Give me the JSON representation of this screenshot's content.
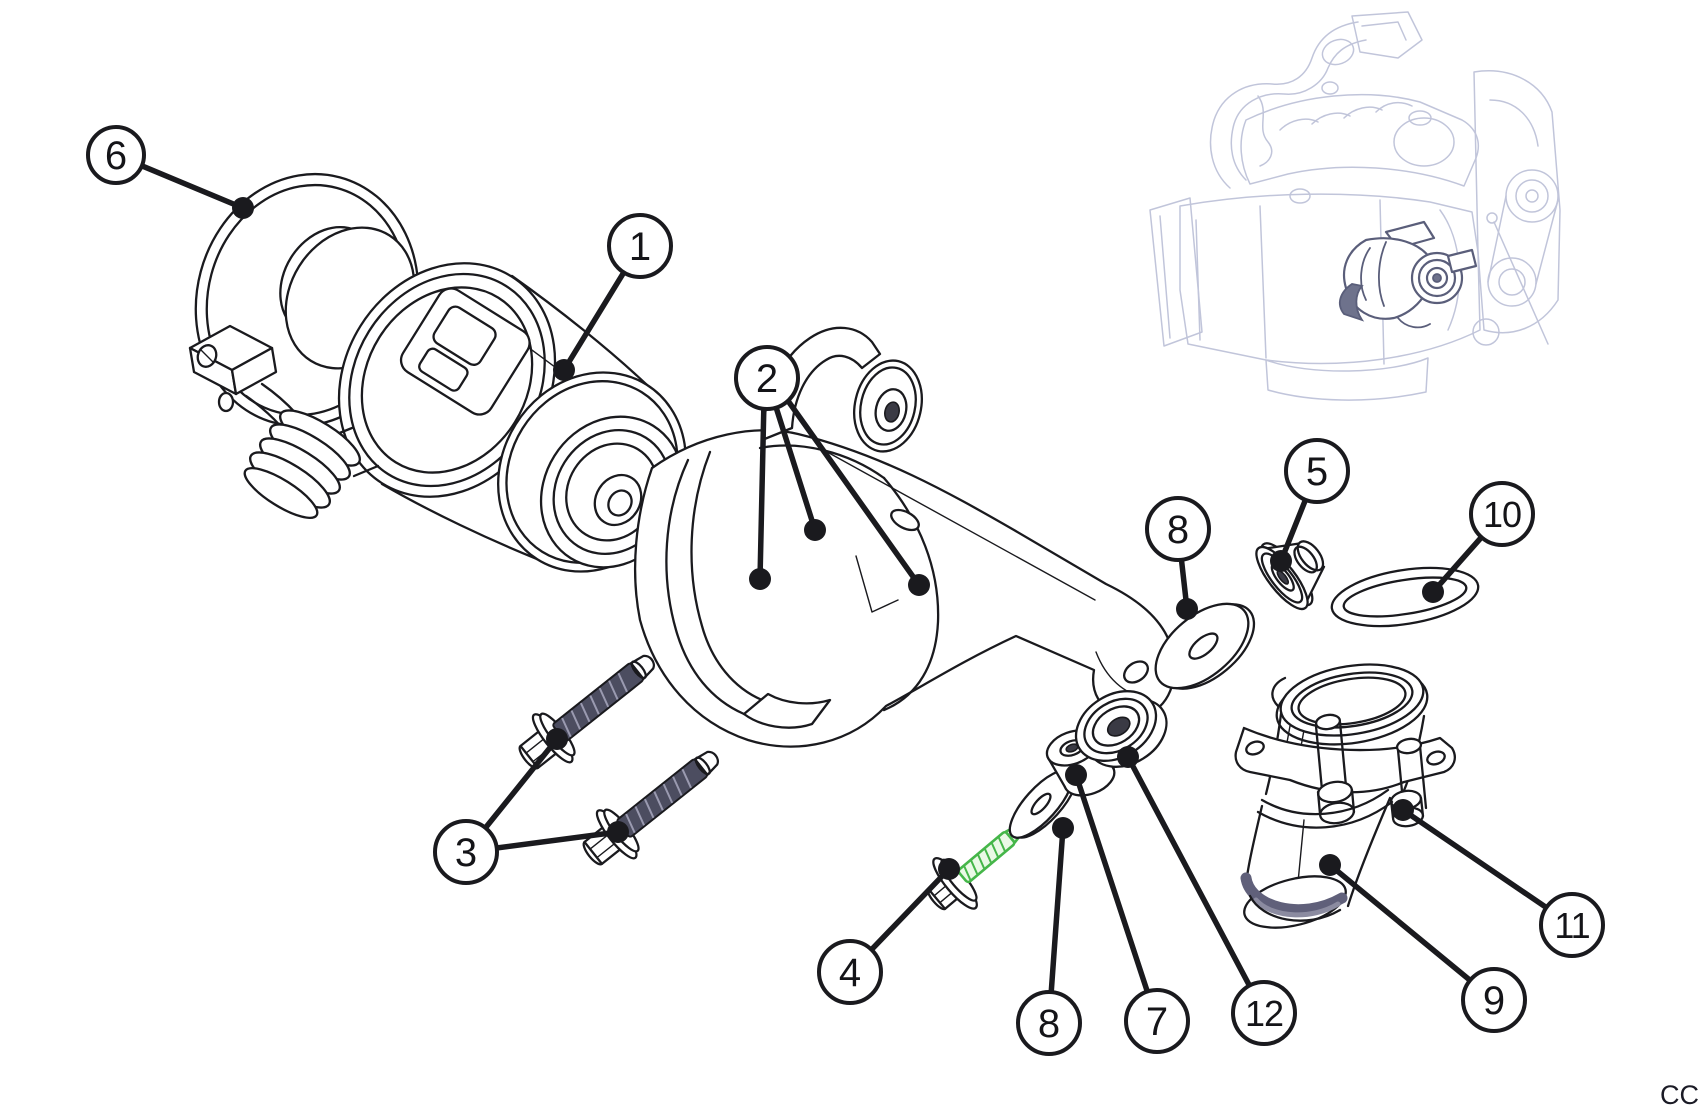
{
  "diagram": {
    "callouts": [
      {
        "num": "1"
      },
      {
        "num": "2"
      },
      {
        "num": "3"
      },
      {
        "num": "4"
      },
      {
        "num": "5"
      },
      {
        "num": "6"
      },
      {
        "num": "7"
      },
      {
        "num": "8"
      },
      {
        "num": "8"
      },
      {
        "num": "9"
      },
      {
        "num": "10"
      },
      {
        "num": "11"
      },
      {
        "num": "12"
      }
    ],
    "watermark": "CC",
    "colors": {
      "line": "#1a1a1e",
      "highlight": "#45b649",
      "shaft_dark": "#4c4d60",
      "band_gray": "#63637a",
      "engine_ghost": "#b2b7d2",
      "engine_highlight": "#31365a"
    }
  }
}
